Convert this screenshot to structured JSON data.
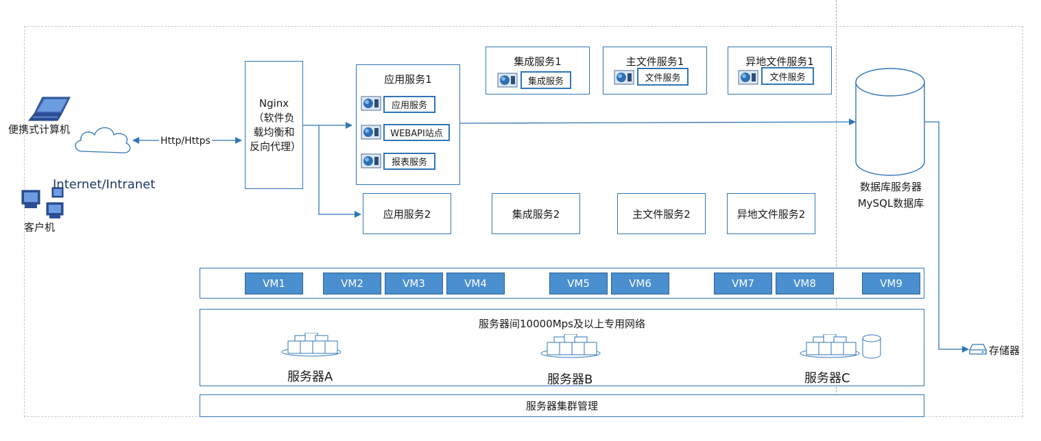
{
  "clients": {
    "laptop": "便携式计算机",
    "network": "Internet/Intranet",
    "client": "客户机"
  },
  "protocol": "Http/Https",
  "nginx": "Nginx（软件负载均衡和反向代理）",
  "app1": {
    "title": "应用服务1",
    "items": [
      "应用服务",
      "WEBAPI站点",
      "报表服务"
    ]
  },
  "integ1": {
    "title": "集成服务1",
    "item": "集成服务"
  },
  "file1": {
    "title": "主文件服务1",
    "item": "文件服务"
  },
  "remote1": {
    "title": "异地文件服务1",
    "item": "文件服务"
  },
  "row2": [
    "应用服务2",
    "集成服务2",
    "主文件服务2",
    "异地文件服务2"
  ],
  "vms": [
    "VM1",
    "VM2",
    "VM3",
    "VM4",
    "VM5",
    "VM6",
    "VM7",
    "VM8",
    "VM9"
  ],
  "network_title": "服务器间10000Mps及以上专用网络",
  "servers": [
    "服务器A",
    "服务器B",
    "服务器C"
  ],
  "cluster": "服务器集群管理",
  "db": {
    "line1": "数据库服务器",
    "line2": "MySQL数据库"
  },
  "storage": "存储器",
  "colors": {
    "accent": "#2e75b6",
    "vm_fill": "#4a8fd0",
    "dashed": "#bfbfbf"
  }
}
